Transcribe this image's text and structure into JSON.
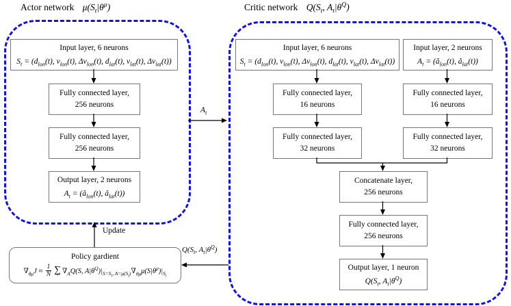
{
  "colors": {
    "group_outline": "#0f0ff0",
    "box_outline": "#757575",
    "arrow": "#000000",
    "text": "#000000",
    "background": "#ffffff"
  },
  "actor": {
    "title_text": "Actor network",
    "title_math_html": "μ(S<sub>t</sub>|θ<sup>μ</sup>)",
    "input": {
      "label": "Input layer, 6 neurons",
      "formula_html": "S<sub>t</sub> = (d<sub>lon</sub>(t), v<sub>lon</sub>(t), Δv<sub>lon</sub>(t), d<sub>lat</sub>(t), v<sub>lat</sub>(t), Δv<sub>lat</sub>(t))"
    },
    "fc1": {
      "line1": "Fully connected layer,",
      "line2": "256 neurons"
    },
    "fc2": {
      "line1": "Fully connected layer,",
      "line2": "256 neurons"
    },
    "output": {
      "label": "Output layer, 2 neurons",
      "formula_html": "A<sub>t</sub> = (â<sub>lon</sub>(t), â<sub>lat</sub>(t))"
    }
  },
  "critic": {
    "title_text": "Critic network",
    "title_math_html": "Q(S<sub>t</sub>, A<sub>t</sub>|θ<sup>Q</sup>)",
    "input_state": {
      "label": "Input layer, 6 neurons",
      "formula_html": "S<sub>t</sub> = (d<sub>lon</sub>(t), v<sub>lon</sub>(t), Δv<sub>lon</sub>(t), d<sub>lat</sub>(t), v<sub>lat</sub>(t), Δv<sub>lat</sub>(t))"
    },
    "input_action": {
      "label": "Input layer, 2 neurons",
      "formula_html": "A<sub>t</sub> = (â<sub>lon</sub>(t), â<sub>lat</sub>(t))"
    },
    "fc16_left": {
      "line1": "Fully connected layer,",
      "line2": "16 neurons"
    },
    "fc16_right": {
      "line1": "Fully connected layer,",
      "line2": "16 neurons"
    },
    "fc32_left": {
      "line1": "Fully connected layer,",
      "line2": "32 neurons"
    },
    "fc32_right": {
      "line1": "Fully connected layer,",
      "line2": "32 neurons"
    },
    "concat": {
      "line1": "Concatenate layer,",
      "line2": "256 neurons"
    },
    "fc256": {
      "line1": "Fully connected layer,",
      "line2": "256 neurons"
    },
    "output": {
      "label": "Output layer, 1 neuron",
      "formula_html": "Q(S<sub>t</sub>, A<sub>t</sub>|θ<sup>Q</sup>)"
    }
  },
  "policy_box": {
    "title": "Policy gardient",
    "formula_html": "∇<sub>θμ</sub>J ≈ <span class='frac'><span class='num'>1</span><span class='den'>N</span></span><span class='sum'><span class='sig'>∑</span><span class='sidx'>i</span></span>∇<sub>A</sub>Q(S, A|θ<sup>Q</sup>)|<sub>S=S<sub>i</sub>, A=μ(S<sub>i</sub>)</sub>∇<sub>θμ</sub>μ(S|θ<sup>μ</sup>)|<sub>S<sub>i</sub></sub>"
  },
  "edge_labels": {
    "action_html": "A<sub>t</sub>",
    "update": "Update",
    "q_value_html": "Q(S<sub>t</sub>, A<sub>t</sub>|θ<sup>Q</sup>)"
  }
}
